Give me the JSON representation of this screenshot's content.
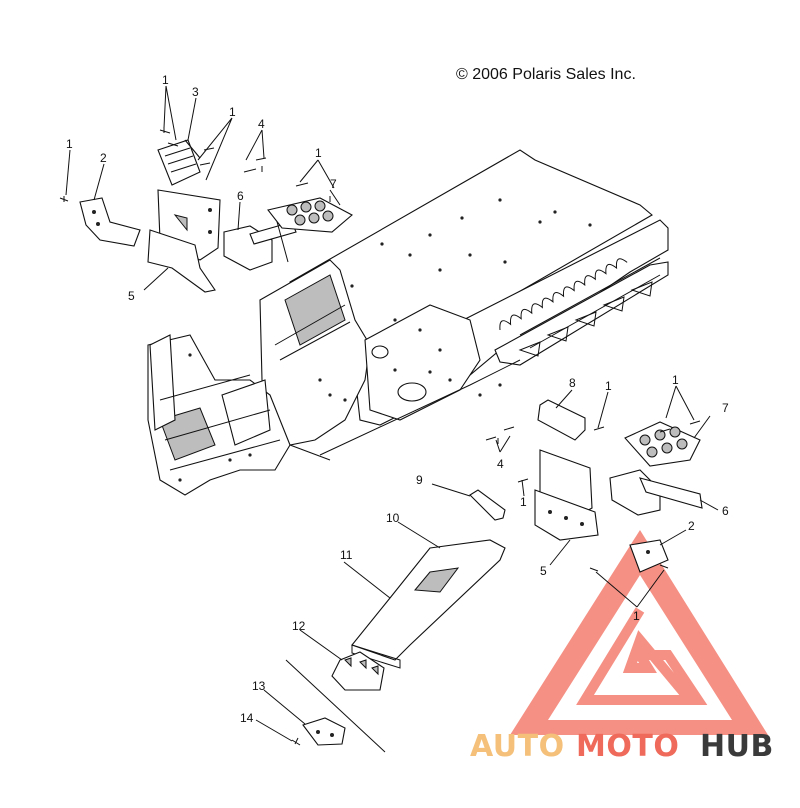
{
  "copyright": "© 2006 Polaris Sales Inc.",
  "callouts": {
    "c1a": "1",
    "c3": "3",
    "c1b": "1",
    "c4a": "4",
    "c1c": "1",
    "c2a": "2",
    "c1d": "1",
    "c7a": "7",
    "c6a": "6",
    "c5a": "5",
    "c8": "8",
    "c1e": "1",
    "c1f": "1",
    "c7b": "7",
    "c4b": "4",
    "c9": "9",
    "c1g": "1",
    "c6b": "6",
    "c2b": "2",
    "c10": "10",
    "c5b": "5",
    "c11": "11",
    "c1h": "1",
    "c12": "12",
    "c13": "13",
    "c14": "14"
  },
  "watermark": {
    "text_left": "AUTO",
    "text_mid": "MOTO",
    "text_right": "HUB",
    "color_light": "#f4c07a",
    "color_accent": "#ef6a5a",
    "color_dark": "#3a3a3a",
    "logo_color": "#f26b5b",
    "logo_name": "triangle-logo-icon"
  }
}
